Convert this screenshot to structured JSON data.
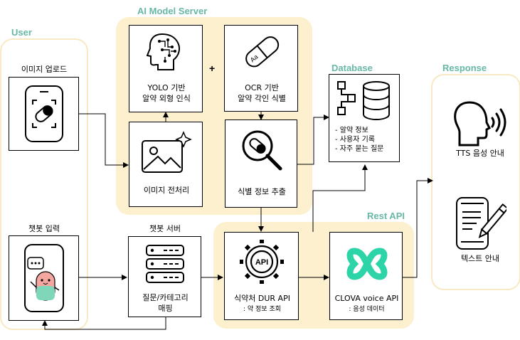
{
  "groups": {
    "user": "User",
    "ai_server": "AI Model Server",
    "database": "Database",
    "rest_api": "Rest API",
    "response": "Response"
  },
  "nodes": {
    "image_upload": "이미지 업로드",
    "chatbot_input": "챗봇 입력",
    "yolo_line1": "YOLO 기반",
    "yolo_line2": "알약 외형 인식",
    "plus": "+",
    "ocr_line1": "OCR 기반",
    "ocr_line2": "알약 각인 식별",
    "preprocess": "이미지 전처리",
    "extract": "식별 정보 추출",
    "chatbot_server": "챗봇 서버",
    "mapping_line1": "질문/카테고리",
    "mapping_line2": "매핑",
    "dur_line1": "식약처 DUR API",
    "dur_line2": ": 약 정보 조회",
    "clova_line1": "CLOVA voice API",
    "clova_line2": ": 음성 데이터",
    "tts": "TTS 음성 안내",
    "text_guide": "텍스트 안내",
    "api_badge": "API",
    "ocr_pill_text": "Aa"
  },
  "database_items": [
    "- 알약 정보",
    "- 사용자 기록",
    "- 자주 묻는 질문"
  ],
  "colors": {
    "accent_title": "#67b8a6",
    "region_fill": "#fdf0cf",
    "region_outline": "#f8e9c2",
    "clova_green": "#2dd4a8"
  }
}
